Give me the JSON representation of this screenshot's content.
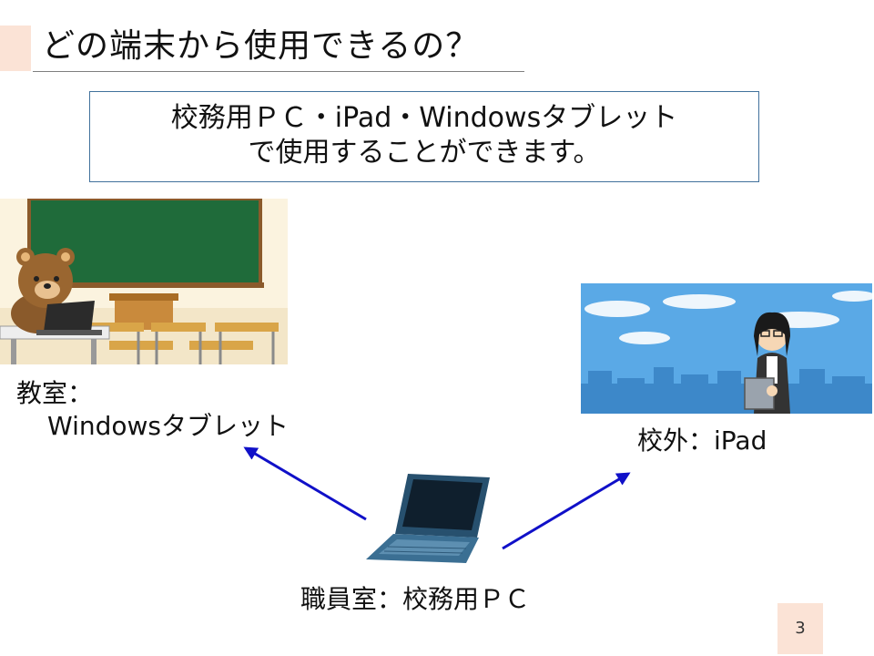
{
  "slide": {
    "title": "どの端末から使用できるの？",
    "callout": {
      "line1": "校務用ＰＣ・iPad・Windowsタブレット",
      "line2": "で使用することができます。"
    },
    "classroom_label_line1": "教室：",
    "classroom_label_line2": "Windowsタブレット",
    "outside_label": "校外：iPad",
    "staffroom_label": "職員室：校務用ＰＣ",
    "page_number": "3"
  },
  "colors": {
    "accent": "#fbe3d6",
    "callout_border": "#41719c",
    "arrow": "#1010c8",
    "title_rule": "#7f7f7f"
  },
  "icons": {
    "classroom": "bear-with-laptop-in-classroom-illustration",
    "outside": "woman-with-tablet-cityscape-illustration",
    "staffroom": "laptop-icon",
    "arrows": "arrow-icon"
  }
}
